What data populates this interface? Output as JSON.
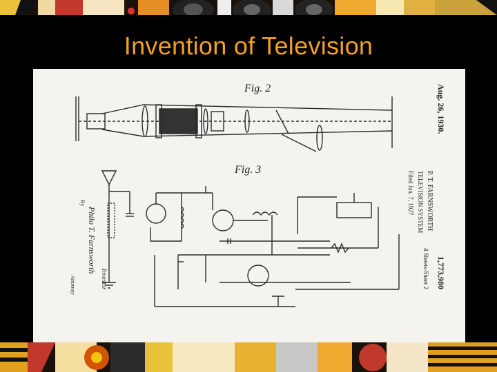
{
  "slide": {
    "title": "Invention of Television"
  },
  "patent": {
    "date": "Aug. 26, 1930.",
    "inventor_name": "P. T. FARNSWORTH",
    "system": "TELEVISION SYSTEM",
    "filed": "Filed Jan. 7, 1927",
    "sheets": "4 Sheets-Sheet 2",
    "number": "1,773,980",
    "fig2_label": "Fig. 2",
    "fig3_label": "Fig. 3",
    "signature_line": "Philo T. Farnsworth",
    "inventor_label": "Inventor",
    "attorney_label": "Attorney",
    "by_label": "By"
  },
  "colors": {
    "title": "#f2a21f",
    "background": "#000000",
    "paper": "#f4f3ee",
    "ink": "#2a2a2a"
  }
}
